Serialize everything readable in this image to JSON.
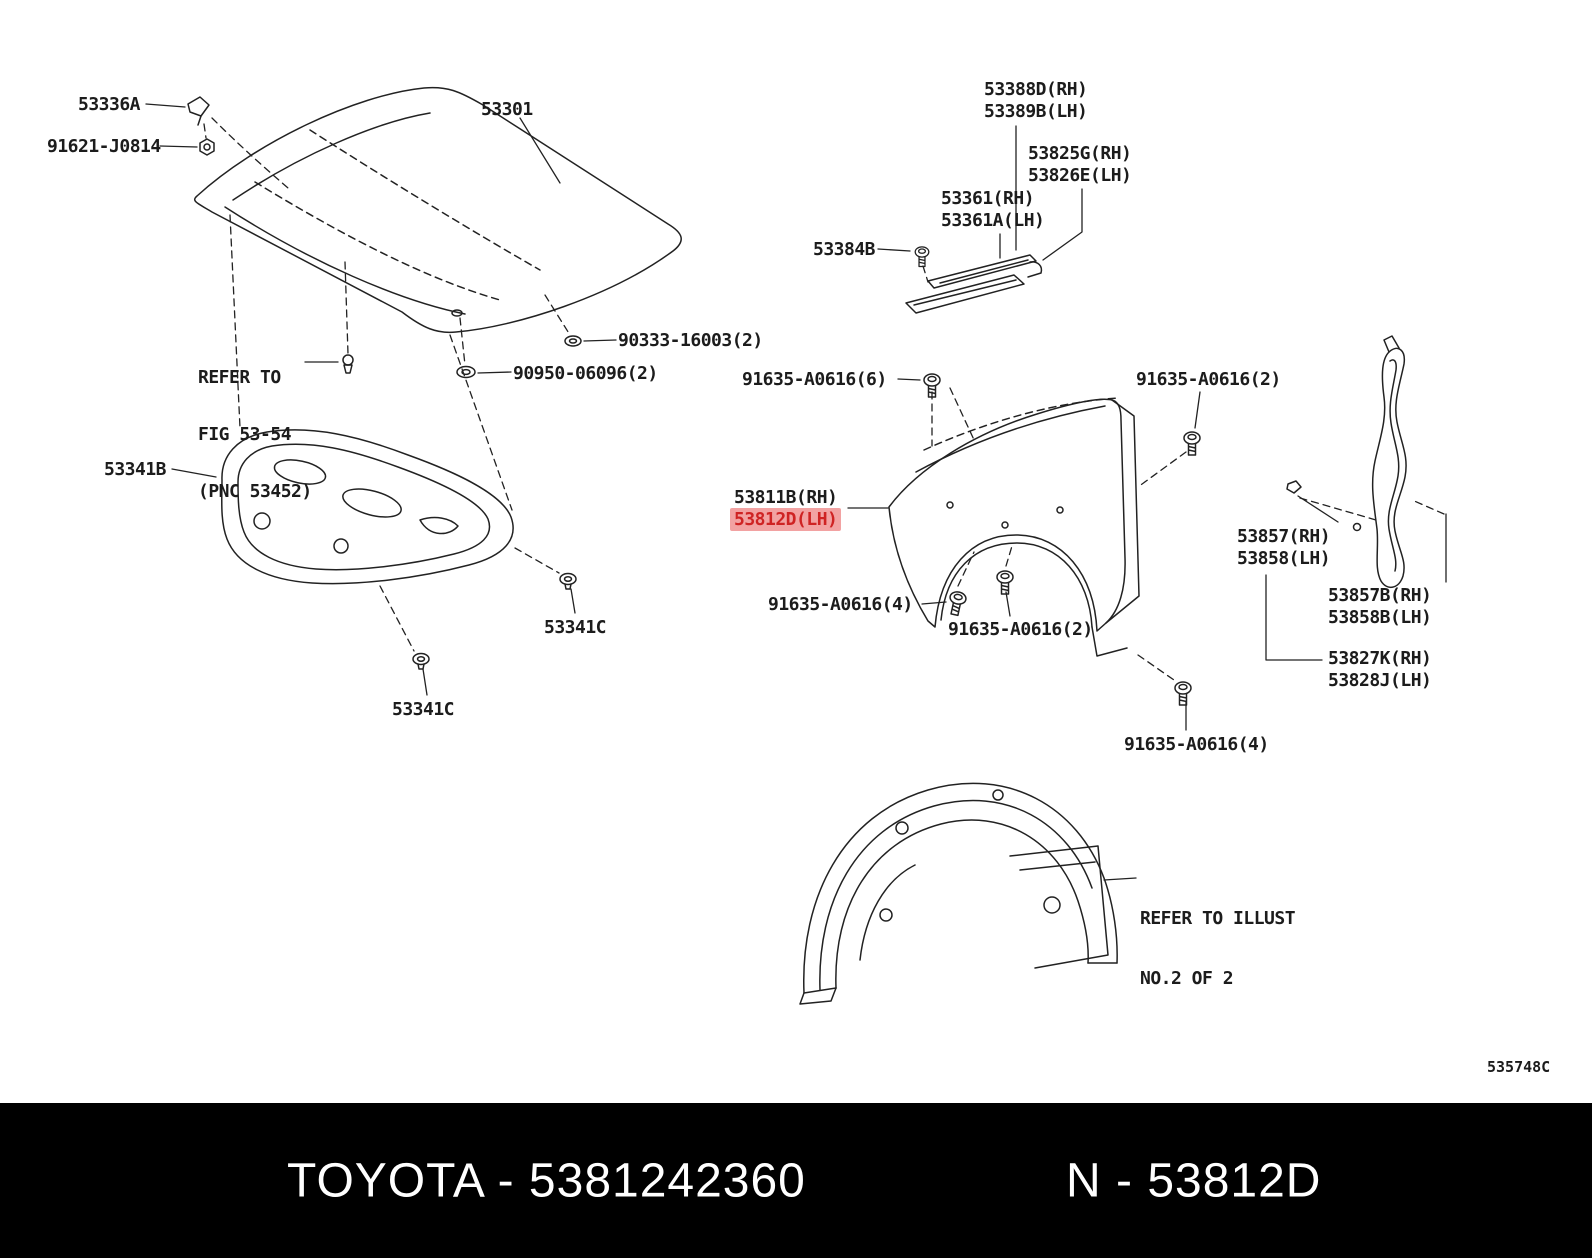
{
  "figure_code": "535748C",
  "highlight": {
    "bg": "#f2a2a2",
    "text": "#cf2323"
  },
  "footer": {
    "left": "TOYOTA - 5381242360",
    "right": "N - 53812D"
  },
  "labels": {
    "hood": "53301",
    "hood_clip": "53336A",
    "hood_clip_nut": "91621-J0814",
    "refer_fig_line1": "REFER TO",
    "refer_fig_line2": "FIG 53-54",
    "refer_fig_line3": "(PNC 53452)",
    "hood_grommet": "90333-16003(2)",
    "hood_plug": "90950-06096(2)",
    "insulator": "53341B",
    "insulator_clip_right": "53341C",
    "insulator_clip_bottom": "53341C",
    "garnish_rh": "53388D(RH)",
    "garnish_lh": "53389B(LH)",
    "protector_rh": "53825G(RH)",
    "protector_lh": "53826E(LH)",
    "seal_rh": "53361(RH)",
    "seal_lh": "53361A(LH)",
    "seal_bolt": "53384B",
    "bolt_top_6": "91635-A0616(6)",
    "bolt_top_2": "91635-A0616(2)",
    "fender_rh": "53811B(RH)",
    "fender_lh": "53812D(LH)",
    "bolt_mid_4": "91635-A0616(4)",
    "bolt_mid_2": "91635-A0616(2)",
    "retainer_rh": "53857(RH)",
    "retainer_lh": "53858(LH)",
    "retainer_b_rh": "53857B(RH)",
    "retainer_b_lh": "53858B(LH)",
    "pad_rh": "53827K(RH)",
    "pad_lh": "53828J(LH)",
    "bolt_bottom_4": "91635-A0616(4)",
    "refer_illust_line1": "REFER TO ILLUST",
    "refer_illust_line2": "NO.2 OF 2"
  }
}
